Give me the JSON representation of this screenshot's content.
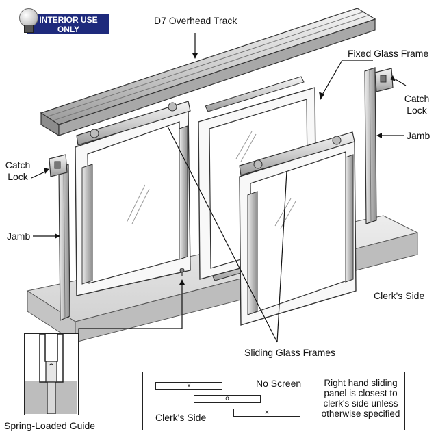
{
  "badge": {
    "line1": "INTERIOR USE",
    "line2": "ONLY"
  },
  "labels": {
    "track": "D7 Overhead Track",
    "fixed_frame": "Fixed Glass Frame",
    "catch_lock_right_1": "Catch",
    "catch_lock_right_2": "Lock",
    "jamb_right": "Jamb",
    "catch_lock_left_1": "Catch",
    "catch_lock_left_2": "Lock",
    "jamb_left": "Jamb",
    "clerks_side": "Clerk's Side",
    "sliding_frames": "Sliding Glass Frames",
    "spring_guide": "Spring-Loaded Guide"
  },
  "legend": {
    "no_screen": "No Screen",
    "clerks_side": "Clerk's Side",
    "bar1": "x",
    "bar2": "o",
    "bar3": "x",
    "note_1": "Right hand sliding",
    "note_2": "panel is closest to",
    "note_3": "clerk's side unless",
    "note_4": "otherwise specified"
  }
}
